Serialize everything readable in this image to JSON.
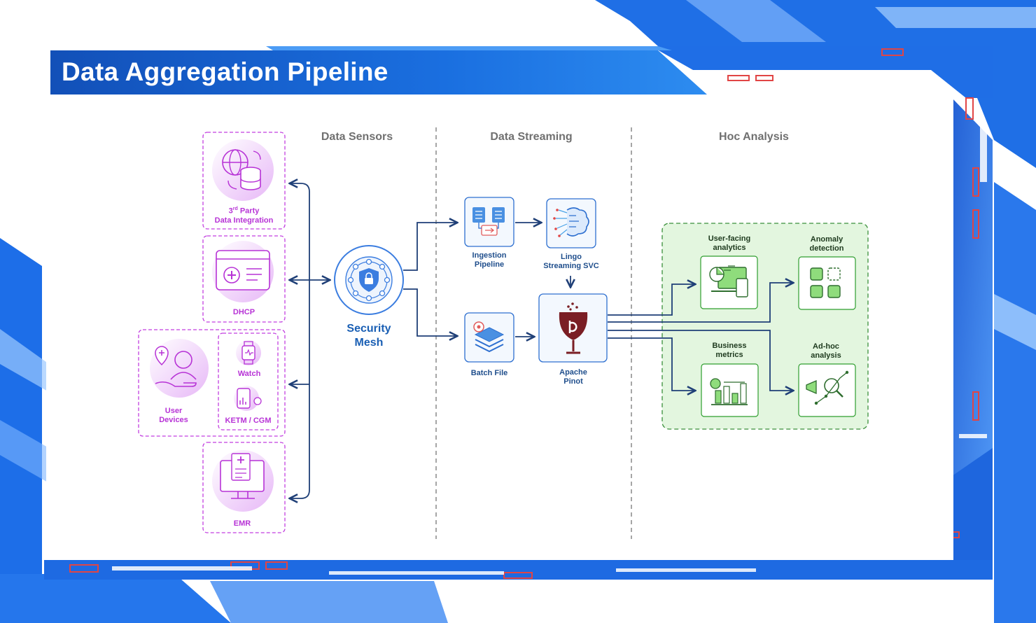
{
  "title": "Data Aggregation Pipeline",
  "columns": {
    "sensors": "Data Sensors",
    "streaming": "Data Streaming",
    "analysis": "Hoc Analysis"
  },
  "sources": {
    "third_party_sup": "rd",
    "third_party_num": "3",
    "third_party_line1": "Party",
    "third_party_line2": "Data Integration",
    "dhcp": "DHCP",
    "user_devices_line1": "User",
    "user_devices_line2": "Devices",
    "watch": "Watch",
    "ketm": "KETM / CGM",
    "emr": "EMR"
  },
  "hub": {
    "line1": "Security",
    "line2": "Mesh"
  },
  "streaming": {
    "ingestion_line1": "Ingestion",
    "ingestion_line2": "Pipeline",
    "lingo_line1": "Lingo",
    "lingo_line2": "Streaming SVC",
    "batch": "Batch File",
    "pinot_line1": "Apache",
    "pinot_line2": "Pinot"
  },
  "analysis": {
    "user_facing_line1": "User-facing",
    "user_facing_line2": "analytics",
    "anomaly_line1": "Anomaly",
    "anomaly_line2": "detection",
    "business_line1": "Business",
    "business_line2": "metrics",
    "adhoc_line1": "Ad-hoc",
    "adhoc_line2": "analysis"
  },
  "colors": {
    "brand_blue": "#1a6fe0",
    "source_purple": "#c23fe0",
    "analysis_green": "#2f9e2f",
    "arrow_navy": "#1f3f77"
  }
}
